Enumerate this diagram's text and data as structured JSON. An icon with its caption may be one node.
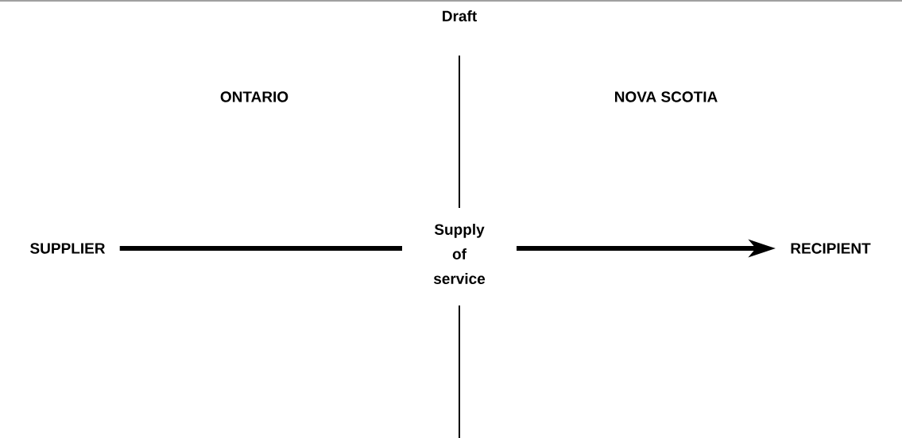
{
  "diagram": {
    "nodes": [
      {
        "text": [
          "SUPPLIER"
        ]
      },
      {
        "text": [
          "RECIPIENT"
        ]
      }
    ],
    "edges": [
      {
        "from": 0,
        "to": 1,
        "arrow": "to",
        "label": "Supply of service"
      }
    ],
    "labels": [
      "Draft",
      "ONTARIO",
      "NOVA SCOTIA"
    ]
  }
}
